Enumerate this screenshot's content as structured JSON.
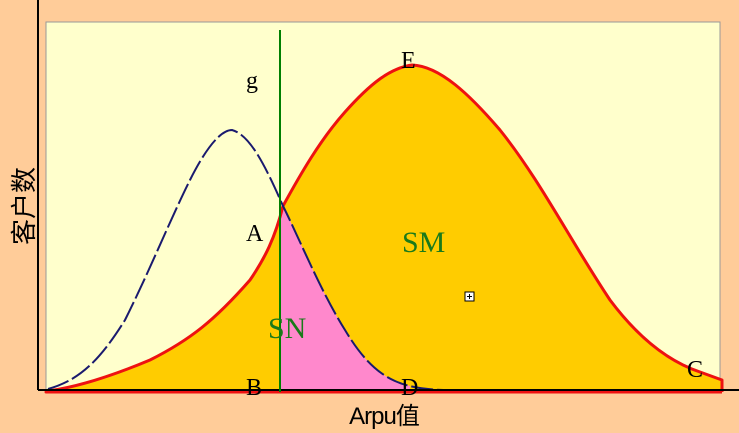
{
  "diagram": {
    "y_axis_label": "客户数",
    "x_axis_label": "Arpu值",
    "points": {
      "A": "A",
      "B": "B",
      "C": "C",
      "D": "D",
      "E": "E",
      "g": "g"
    },
    "regions": {
      "SN": "SN",
      "SM": "SM"
    },
    "colors": {
      "page_background": "#FFCC99",
      "plot_background": "#FFFFCC",
      "sm_fill": "#FFCC00",
      "sn_fill": "#FF88CC",
      "red_curve": "#EE1111",
      "blue_dashed_curve": "#1A1A6E",
      "threshold_line": "#008000",
      "region_label_color": "#1A7A1A"
    },
    "icons": [
      "crosshair-marker-icon"
    ]
  }
}
